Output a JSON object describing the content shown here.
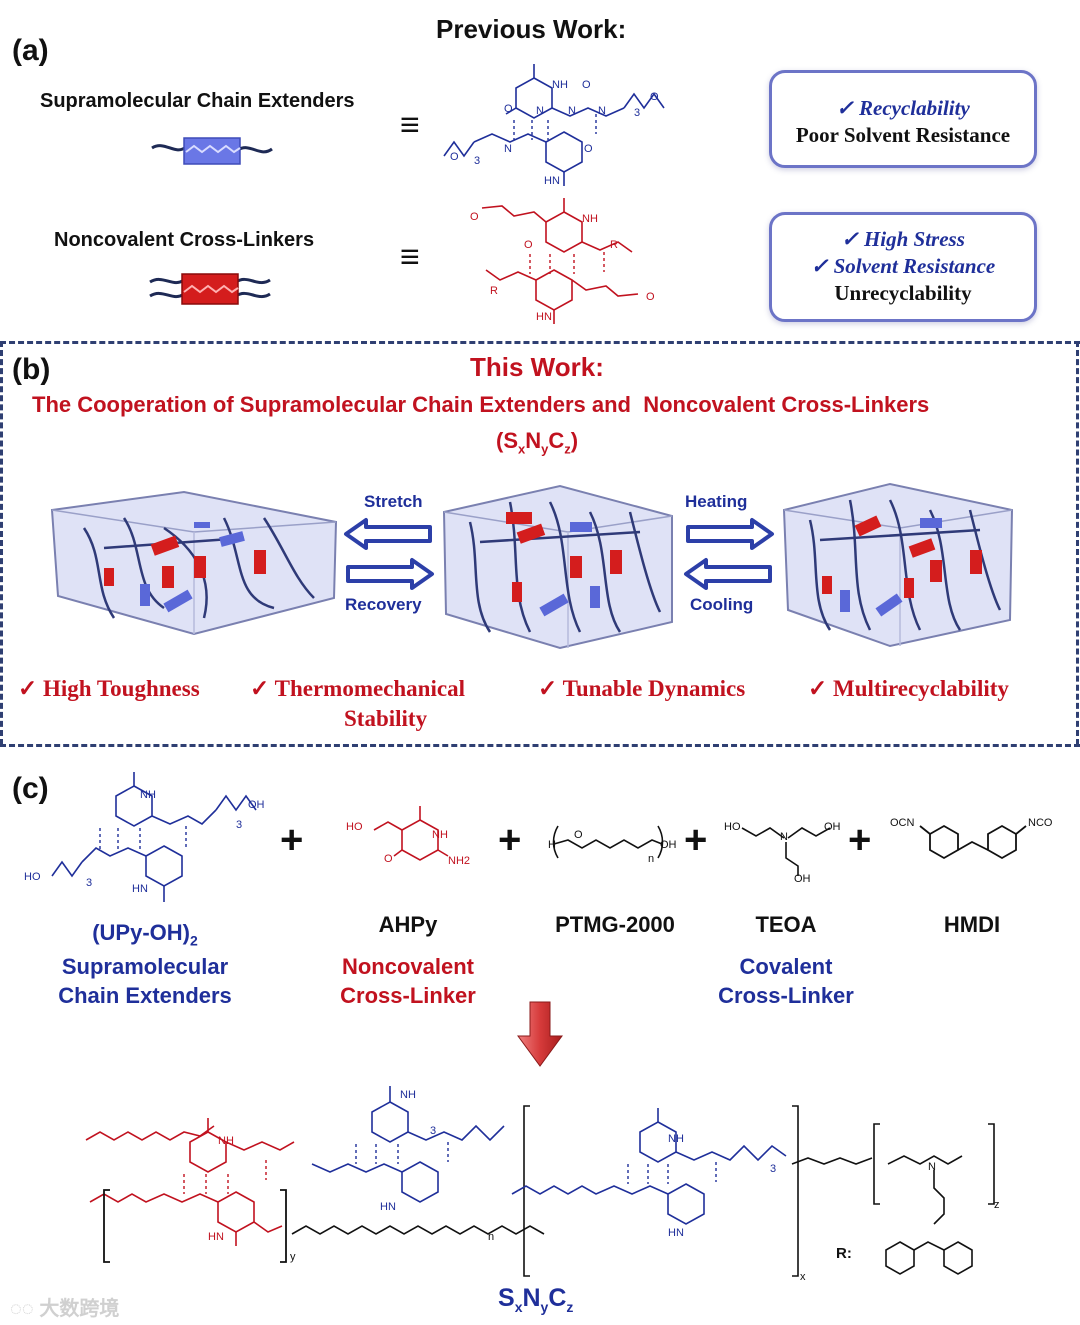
{
  "panel_a": {
    "label": "(a)",
    "title": "Previous Work:",
    "row1": {
      "name": "Supramolecular Chain Extenders",
      "equiv": "≡",
      "box_lines": [
        "✓ Recyclability",
        "Poor Solvent Resistance"
      ]
    },
    "row2": {
      "name": "Noncovalent Cross-Linkers",
      "equiv": "≡",
      "box_lines": [
        "✓ High Stress",
        "✓ Solvent Resistance",
        "Unrecyclability"
      ]
    }
  },
  "panel_b": {
    "label": "(b)",
    "title": "This Work:",
    "subtitle": "The Cooperation of Supramolecular Chain Extenders and  Noncovalent Cross-Linkers",
    "formula": {
      "open": "(S",
      "x": "x",
      "n": "N",
      "y": "y",
      "c": "C",
      "z": "z",
      "close": ")"
    },
    "arrows": {
      "stretch": "Stretch",
      "recovery": "Recovery",
      "heating": "Heating",
      "cooling": "Cooling"
    },
    "properties": [
      "✓ High Toughness",
      "✓ Thermomechanical",
      "Stability",
      "✓ Tunable Dynamics",
      "✓ Multirecyclability"
    ]
  },
  "panel_c": {
    "label": "(c)",
    "plus": "+",
    "components": [
      {
        "name": "(UPy-OH)",
        "sub": "2",
        "role": [
          "Supramolecular",
          "Chain Extenders"
        ]
      },
      {
        "name": "AHPy",
        "role": [
          "Noncovalent",
          "Cross-Linker"
        ]
      },
      {
        "name": "PTMG-2000"
      },
      {
        "name": "TEOA",
        "role": [
          "Covalent",
          "Cross-Linker"
        ]
      },
      {
        "name": "HMDI"
      }
    ],
    "product": {
      "s": "S",
      "x": "x",
      "n": "N",
      "y": "y",
      "c": "C",
      "z": "z"
    },
    "r_label": "R:"
  },
  "chem_text": {
    "nh": "NH",
    "hn": "HN",
    "n": "N",
    "h": "H",
    "o": "O",
    "oh": "OH",
    "ho": "HO",
    "nh2": "NH2",
    "r": "R",
    "three": "3",
    "n_sub": "n",
    "ocn": "OCN",
    "nco": "NCO",
    "x": "x",
    "y": "y",
    "z": "z"
  },
  "watermark": "大数跨境",
  "colors": {
    "navy": "#1f2f9a",
    "red": "#c1121f",
    "box_border": "#6c74c7",
    "dash": "#2f3f72",
    "arrow_blue": "#2c3fa8",
    "arrow_red": "#d64040"
  }
}
